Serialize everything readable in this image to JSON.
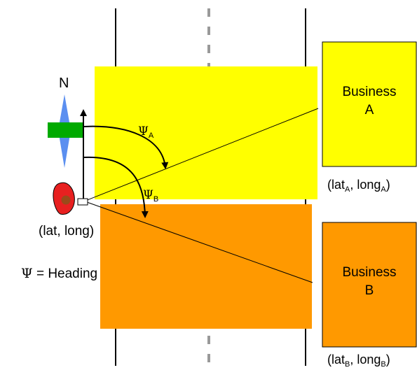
{
  "compass": {
    "north_label": "N"
  },
  "position_label": "(lat, long)",
  "legend": {
    "psi_symbol": "Ψ",
    "psi_text": "= Heading"
  },
  "headings": [
    {
      "symbol": "Ψ",
      "subscript": "A"
    },
    {
      "symbol": "Ψ",
      "subscript": "B"
    }
  ],
  "business_a": {
    "name": "Business",
    "letter": "A",
    "coord_open": "(lat",
    "coord_sub1": "A",
    "coord_mid": ", long",
    "coord_sub2": "A",
    "coord_close": ")"
  },
  "business_b": {
    "name": "Business",
    "letter": "B",
    "coord_open": "(lat",
    "coord_sub1": "B",
    "coord_mid": ", long",
    "coord_sub2": "B",
    "coord_close": ")"
  },
  "colors": {
    "zone_a": "#ffff00",
    "zone_b": "#ff9900",
    "compass_blue": "#5b8ff0",
    "car_green": "#00aa00",
    "person_red": "#e82020",
    "center_line": "#999999"
  }
}
